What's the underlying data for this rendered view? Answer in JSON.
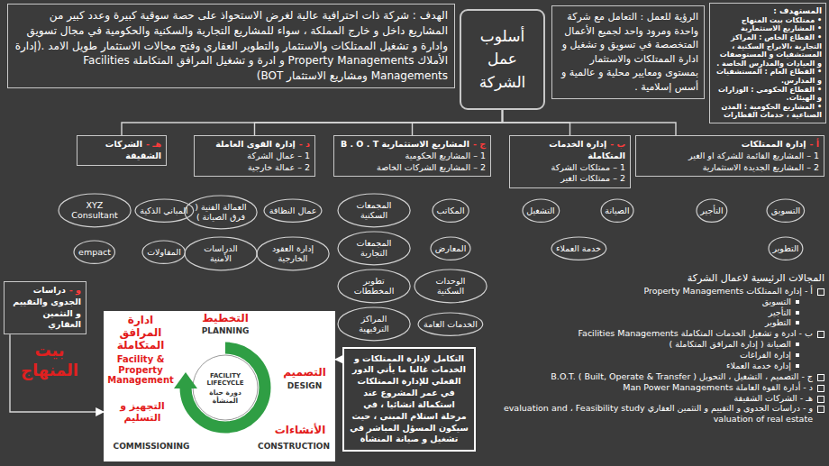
{
  "diagram": {
    "nodes": [
      {
        "text": [
          "المستهدف :",
          "• ممتلكات بيت المنهاج",
          "• المشاريع الاستثمارية",
          "• القطاع الخاص : المراكز التجارية ،الابراج السكنية ، المستشفيات و المستوصفات و العيادات والمدارس الخاصة .",
          "• القطاع العام : المستشفيات و المدارس.",
          "• القطاع الحكومي : الوزارات و الهيئات.",
          "• المشاريع الحكومية : المدن الصناعية ، خدمات القطارات"
        ]
      },
      {
        "text": [
          "الرؤية للعمل : التعامل مع شركة واحدة ومرود واحد لجميع الأعمال المتخصصة في تسويق و تشغيل و ادارة الممتلكات والاستثمار بمستوى ومعايير محلية و عالمية و أسس إسلامية ."
        ]
      },
      {
        "text": [
          "أسلوب عمل الشركة"
        ]
      },
      {
        "text": [
          "الهدف : شركة ذات احترافية عالية لغرض الاستحواذ على حصة سوقية كبيرة وعدد كبير من المشاريع داخل و خارج المملكة ، سواء للمشاريع التجارية والسكنية والحكومية في مجال تسويق وادارة و تشغيل الممتلكات والاستثمار والتطوير العقاري وفتح مجالات الاستثمار طويل الامد .(إدارة الأملاك Property Managements و ادرة و تشغيل المرافق المتكاملة Facilities Managements ومشاريع الاستثمار BOT)"
        ]
      },
      {
        "text": [
          "أ -",
          "إدارة الممتلكات",
          "1 – المشاريع القائمة للشركة او الغير",
          "2 – المشاريع الجديدة الاستثمارية"
        ]
      },
      {
        "text": [
          "ب -",
          "إدارة الخدمات المتكاملة",
          "1 – ممتلكات الشركة",
          "2 – ممتلكات الغير"
        ]
      },
      {
        "text": [
          "ج -",
          "المشاريع الاستثمارية B . O . T",
          "1 – المشاريع الحكومية",
          "2 – المشاريع الشركات الخاصة"
        ]
      },
      {
        "text": [
          "د -",
          "إدارة القوى العاملة",
          "1 – عمال الشركة",
          "2 – عمالة خارجية"
        ]
      },
      {
        "text": [
          "هـ -",
          "الشركات الشقيقة"
        ]
      },
      {
        "text": [
          "التسويق"
        ]
      },
      {
        "text": [
          "التأجير"
        ]
      },
      {
        "text": [
          "التطوير"
        ]
      },
      {
        "text": [
          "الصيانة"
        ]
      },
      {
        "text": [
          "التشغيل"
        ]
      },
      {
        "text": [
          "خدمة العملاء"
        ]
      },
      {
        "text": [
          "المكاتب"
        ]
      },
      {
        "text": [
          "المجمعات السكنية"
        ]
      },
      {
        "text": [
          "المعارض"
        ]
      },
      {
        "text": [
          "المجمعات التجارية"
        ]
      },
      {
        "text": [
          "الوحدات السكنية"
        ]
      },
      {
        "text": [
          "تطوير المخططات"
        ]
      },
      {
        "text": [
          "الخدمات العامة"
        ]
      },
      {
        "text": [
          "المراكز الترفيهية"
        ]
      },
      {
        "text": [
          "عمال النظافة"
        ]
      },
      {
        "text": [
          "العمالة الفنية ( فرق الصيانة )"
        ]
      },
      {
        "text": [
          "إدارة العقود الخارجية"
        ]
      },
      {
        "text": [
          "الدراسات الأمنية"
        ]
      },
      {
        "text": [
          "المباني الذكية"
        ]
      },
      {
        "text": [
          "XYZ Consultant"
        ]
      },
      {
        "text": [
          "المقاولات"
        ]
      },
      {
        "text": [
          "empact"
        ]
      },
      {
        "text": [
          "و -",
          "دراسات الجدوى والتقييم و التثمين العقاري"
        ]
      },
      {
        "text": [
          "التكامل لإدارة الممتلكات و الخدمات غالبا ما يأتي الدور الفعلي للإدارة الممتلكات في عمر المشروع عند استكمالة انشائيا ، في مرحلة استلام المبنى ، حيث سيكون المسؤل المباشر في تشغيل و صيانة المنشأة"
        ]
      },
      {
        "text": [
          "التخطيط",
          "PLANNING",
          "التصميم",
          "DESIGN",
          "الأنشاءات",
          "CONSTRUCTION",
          "التجهيز و التسليم",
          "COMMISSIONING",
          "ادارة المرافق المتكاملة",
          "Facility & Property Management",
          "FACILITY LIFECYCLE",
          "دورة حياة المنشأة"
        ]
      }
    ],
    "edges": [
      {
        "from": 2,
        "to": 4,
        "arrow": "none"
      },
      {
        "from": 2,
        "to": 5,
        "arrow": "none"
      },
      {
        "from": 2,
        "to": 6,
        "arrow": "none"
      },
      {
        "from": 2,
        "to": 7,
        "arrow": "none"
      },
      {
        "from": 2,
        "to": 8,
        "arrow": "none"
      },
      {
        "from": 32,
        "to": 33,
        "arrow": "to"
      },
      {
        "from": 31,
        "to": 33,
        "arrow": "to"
      }
    ],
    "labels": [
      "بيت المنهاج",
      "المجالات الرئيسية لاعمال الشركة",
      "أ - إدارة الممتلكات Property Managements",
      "التسويق",
      "التأجير",
      "التطوير",
      "ب - ادرة و تشغيل الخدمات المتكاملة Facilities Managements",
      "الصيانة ( إدارة المرافق المتكاملة )",
      "إدارة الفراغات",
      "إدارة خدمة العملاء",
      "ج - التصميم ، التشغيل ، التحويل B.O.T. ( Built, Operate & Transfer )",
      "د - أدارة القوة العاملة Man Power Managements",
      "هـ - الشركات الشقيقة",
      "و - دراسات الجدوى و التقييم و التثمين العقاري evaluation and ، Feasibility study valuation of real estate"
    ]
  }
}
